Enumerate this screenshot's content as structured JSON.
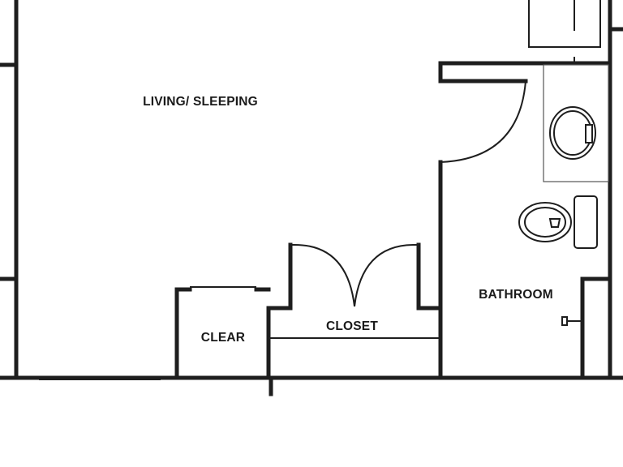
{
  "rooms": {
    "living": "LIVING/ SLEEPING",
    "closet": "CLOSET",
    "clear": "CLEAR",
    "bathroom": "BATHROOM"
  }
}
